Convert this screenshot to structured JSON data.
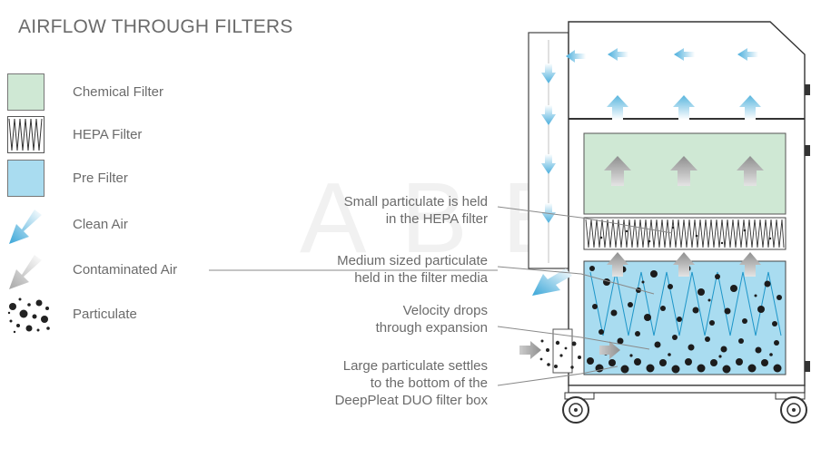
{
  "title": "AIRFLOW THROUGH FILTERS",
  "legend": [
    {
      "label": "Chemical Filter",
      "icon": "chemical-filter-swatch",
      "color": "#cfe8d4"
    },
    {
      "label": "HEPA Filter",
      "icon": "hepa-filter-swatch",
      "color": "#ffffff"
    },
    {
      "label": "Pre Filter",
      "icon": "pre-filter-swatch",
      "color": "#a9dcf0"
    },
    {
      "label": "Clean Air",
      "icon": "clean-air-arrow-icon",
      "color": "#4aaedc"
    },
    {
      "label": "Contaminated Air",
      "icon": "contaminated-air-arrow-icon",
      "color": "#bdbdbd"
    },
    {
      "label": "Particulate",
      "icon": "particulate-icon",
      "color": "#222222"
    }
  ],
  "callouts": [
    {
      "line1": "Small particulate is held",
      "line2": "in the HEPA filter"
    },
    {
      "line1": "Medium sized particulate",
      "line2": "held in the filter media"
    },
    {
      "line1": "Velocity drops",
      "line2": "through expansion"
    },
    {
      "line1": "Large particulate settles",
      "line2": "to the bottom of the",
      "line3": "DeepPleat DUO filter box"
    }
  ],
  "watermark": "ABEC"
}
